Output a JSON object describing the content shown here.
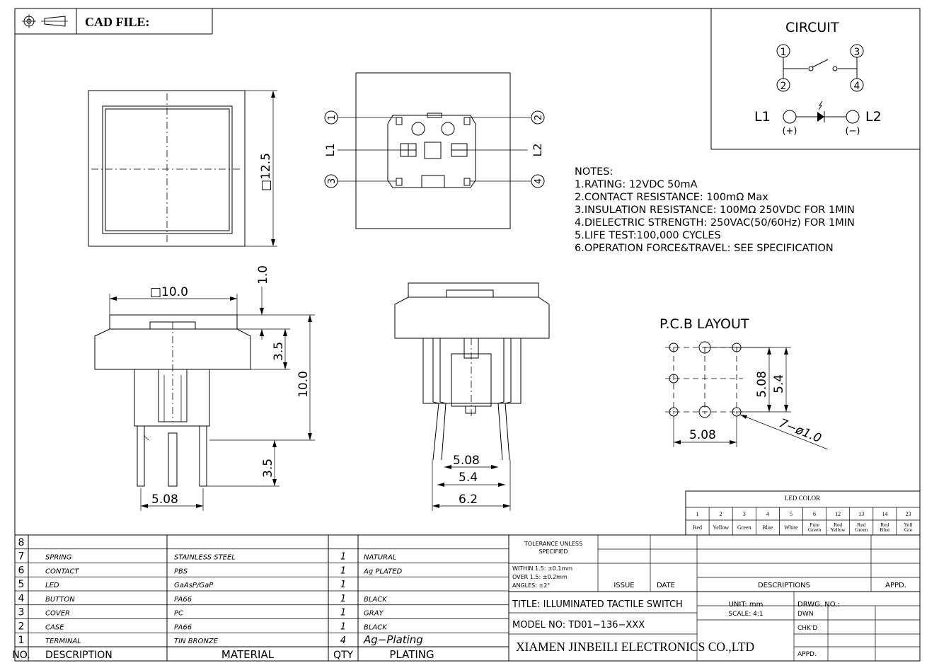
{
  "header": {
    "cad_label": "CAD FILE:"
  },
  "circuit": {
    "title": "CIRCUIT",
    "pins": [
      "1",
      "2",
      "3",
      "4"
    ],
    "l1": "L1",
    "l2": "L2",
    "plus": "(+)",
    "minus": "(−)"
  },
  "notes": {
    "heading": "NOTES:",
    "lines": [
      "1.RATING: 12VDC 50mA",
      "2.CONTACT RESISTANCE: 100mΩ Max",
      "3.INSULATION RESISTANCE: 100MΩ 250VDC FOR 1MIN",
      "4.DIELECTRIC STRENGTH: 250VAC(50/60Hz) FOR 1MIN",
      "5.LIFE TEST:100,000 CYCLES",
      "6.OPERATION FORCE&TRAVEL: SEE SPECIFICATION"
    ]
  },
  "top_view": {
    "dim": "□12.5"
  },
  "bottom_view": {
    "pin1": "1",
    "pin2": "2",
    "pin3": "3",
    "pin4": "4",
    "l1": "L1",
    "l2": "L2"
  },
  "side_view": {
    "dim_width": "□10.0",
    "dim_1": "1.0",
    "dim_35a": "3.5",
    "dim_10": "10.0",
    "dim_35b": "3.5",
    "dim_508": "5.08"
  },
  "front_view": {
    "dim_508": "5.08",
    "dim_54": "5.4",
    "dim_62": "6.2"
  },
  "pcb": {
    "title": "P.C.B LAYOUT",
    "dim_508_v": "5.08",
    "dim_54": "5.4",
    "dim_508_h": "5.08",
    "hole": "7−ø1.0"
  },
  "led_color": {
    "title": "LED COLOR",
    "codes": [
      "1",
      "2",
      "3",
      "4",
      "5",
      "6",
      "12",
      "13",
      "14",
      "23"
    ],
    "colors": [
      "Red",
      "Yellow",
      "Green",
      "Blue",
      "White",
      "Pure Green",
      "Red Yellow",
      "Red Green",
      "Red Blue",
      "Yell Gre"
    ]
  },
  "bom": {
    "rows": [
      {
        "no": "8",
        "desc": "",
        "mat": "",
        "qty": "",
        "plating": ""
      },
      {
        "no": "7",
        "desc": "SPRING",
        "mat": "STAINLESS STEEL",
        "qty": "1",
        "plating": "NATURAL"
      },
      {
        "no": "6",
        "desc": "CONTACT",
        "mat": "PBS",
        "qty": "1",
        "plating": "Ag PLATED"
      },
      {
        "no": "5",
        "desc": "LED",
        "mat": "GaAsP/GaP",
        "qty": "1",
        "plating": ""
      },
      {
        "no": "4",
        "desc": "BUTTON",
        "mat": "PA66",
        "qty": "1",
        "plating": "BLACK"
      },
      {
        "no": "3",
        "desc": "COVER",
        "mat": "PC",
        "qty": "1",
        "plating": "GRAY"
      },
      {
        "no": "2",
        "desc": "CASE",
        "mat": "PA66",
        "qty": "1",
        "plating": "BLACK"
      },
      {
        "no": "1",
        "desc": "TERMINAL",
        "mat": "TIN BRONZE",
        "qty": "4",
        "plating": "Ag−Plating"
      }
    ],
    "headers": {
      "no": "NO.",
      "desc": "DESCRIPTION",
      "mat": "MATERIAL",
      "qty": "QTY",
      "plating": "PLATING"
    }
  },
  "title_block": {
    "tolerance": "TOLERANCE UNLESS SPECIFIED",
    "tol1": "WITHIN 1.5: ±0.1mm",
    "tol2": "OVER 1.5:  ±0.2mm",
    "tol3": "ANGLES: ±2°",
    "issue": "ISSUE",
    "date": "DATE",
    "descriptions": "DESCRIPTIONS",
    "appd": "APPD.",
    "title": "TITLE: ILLUMINATED TACTILE SWITCH",
    "unit": "UNIT: mm",
    "drwg": "DRWG. NO.:",
    "model": "MODEL NO: TD01−136−XXX",
    "scale": "SCALE: 4:1",
    "dwn": "DWN",
    "chkd": "CHK'D",
    "appd2": "APPD.",
    "company": "XIAMEN JINBEILI ELECTRONICS CO.,LTD"
  }
}
